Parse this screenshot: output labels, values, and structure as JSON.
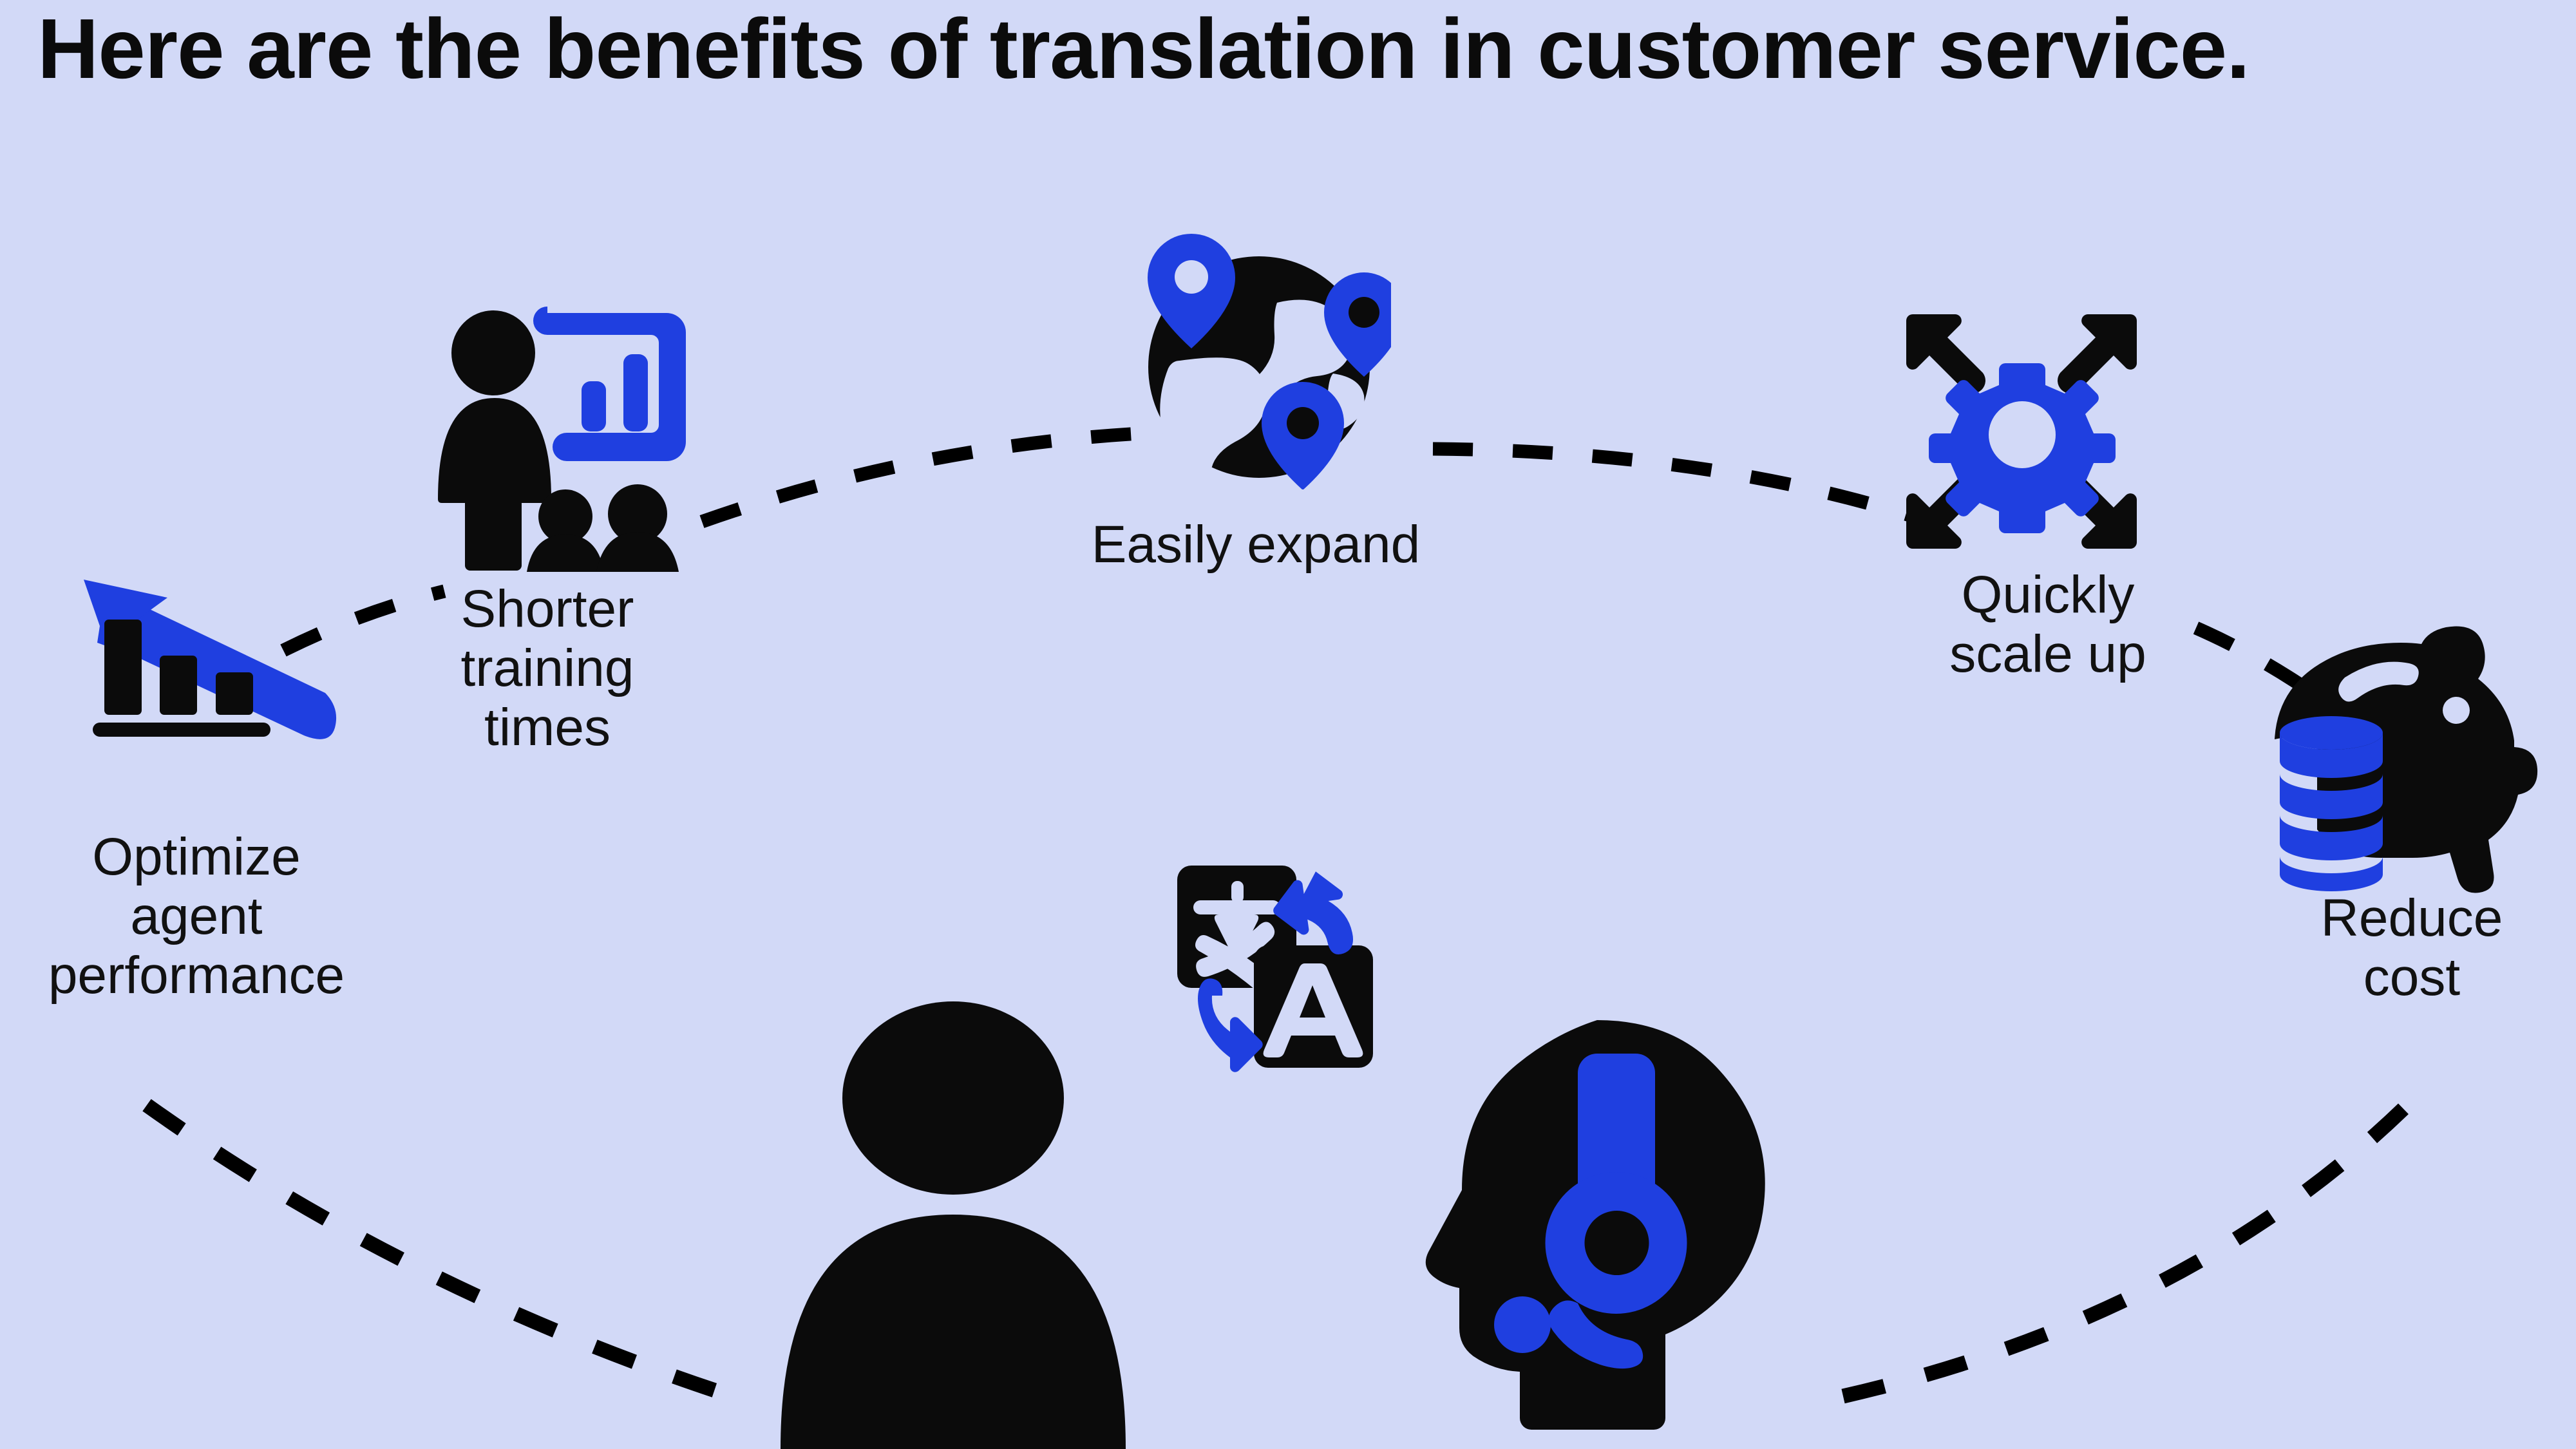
{
  "colors": {
    "background": "#d2d9f7",
    "ink": "#0b0b0b",
    "accent_blue": "#1f3fe0",
    "dash": "#000000"
  },
  "header": {
    "title": "Here are the benefits of translation in customer service."
  },
  "benefits": [
    {
      "id": "optimize-agent-performance",
      "label": "Optimize\nagent\nperformance",
      "icon": "declining-bar-chart-with-up-arrow-icon"
    },
    {
      "id": "shorter-training-times",
      "label": "Shorter\ntraining\ntimes",
      "icon": "training-presentation-icon"
    },
    {
      "id": "easily-expand",
      "label": "Easily expand",
      "icon": "globe-with-map-pins-icon"
    },
    {
      "id": "quickly-scale-up",
      "label": "Quickly\nscale up",
      "icon": "gear-with-expand-arrows-icon"
    },
    {
      "id": "reduce-cost",
      "label": "Reduce\ncost",
      "icon": "piggy-bank-with-coins-icon"
    }
  ],
  "center": {
    "customer_icon": "person-avatar-icon",
    "translate_icon": "language-translate-icon",
    "agent_icon": "support-agent-headset-icon"
  },
  "connectors": [
    {
      "id": "optimize-to-training",
      "style": "dashed"
    },
    {
      "id": "training-to-globe",
      "style": "dashed"
    },
    {
      "id": "globe-to-gear",
      "style": "dashed"
    },
    {
      "id": "gear-to-piggy",
      "style": "dashed"
    },
    {
      "id": "optimize-to-customer",
      "style": "dashed"
    },
    {
      "id": "agent-to-piggy",
      "style": "dashed"
    }
  ]
}
